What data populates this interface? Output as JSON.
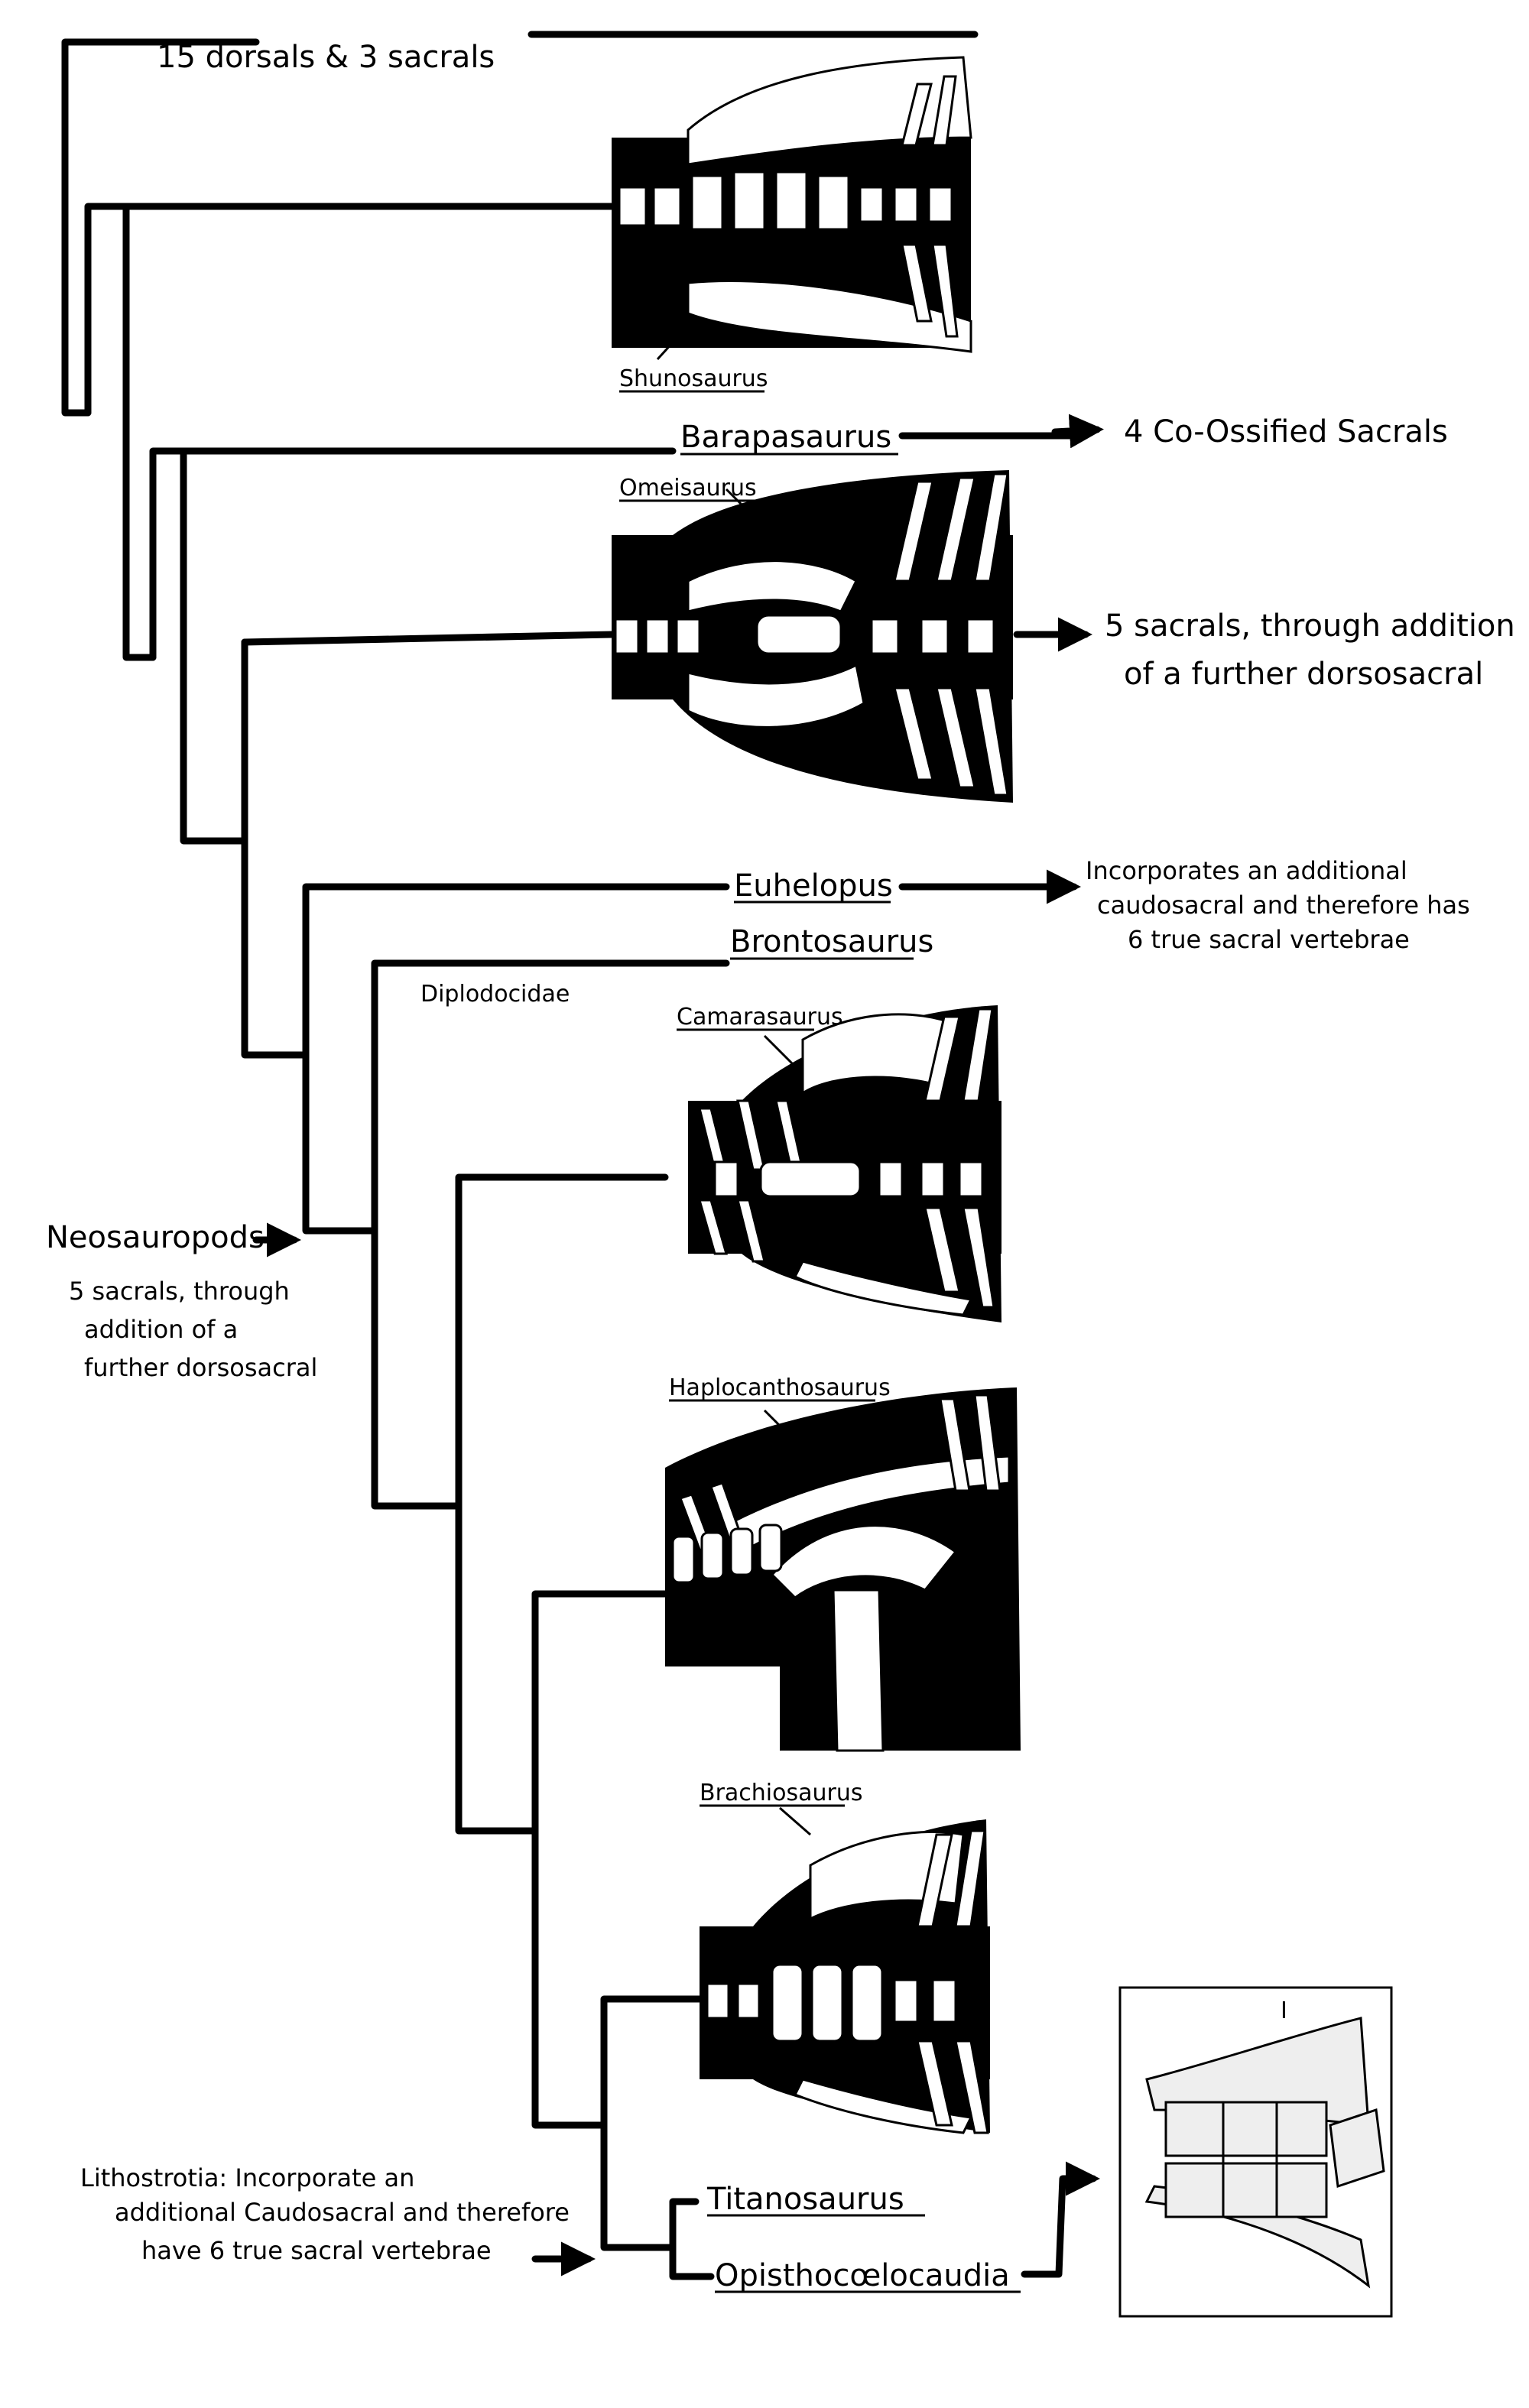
{
  "notes": {
    "top": "15 dorsals & 3 sacrals",
    "barapasaurus": "4 Co-Ossified Sacrals",
    "omeisaurus_line1": "5 sacrals, through addition",
    "omeisaurus_line2": "of a further dorsosacral",
    "euhelopus_line1": "Incorporates an additional",
    "euhelopus_line2": "caudosacral and therefore has",
    "euhelopus_line3": "6 true sacral vertebrae",
    "neosauropods_title": "Neosauropods",
    "neosauropods_line1": "5 sacrals, through",
    "neosauropods_line2": "addition of a",
    "neosauropods_line3": "further dorsosacral",
    "lithostrotia_line1": "Lithostrotia: Incorporate an",
    "lithostrotia_line2": "additional Caudosacral and therefore",
    "lithostrotia_line3": "have 6 true sacral vertebrae"
  },
  "taxa": {
    "shunosaurus": "Shunosaurus",
    "barapasaurus": "Barapasaurus",
    "omeisaurus": "Omeisaurus",
    "euhelopus": "Euhelopus",
    "brontosaurus": "Brontosaurus",
    "diplodocidae": "Diplodocidae",
    "camarasaurus": "Camarasaurus",
    "haplocanthosaurus": "Haplocanthosaurus",
    "brachiosaurus": "Brachiosaurus",
    "titanosaurus": "Titanosaurus",
    "opisthocoelicaudia": "Opisthocœlocaudia"
  },
  "figure_marks": {
    "inset_label": "I"
  },
  "colors": {
    "ink": "#000000",
    "paper": "#ffffff"
  }
}
